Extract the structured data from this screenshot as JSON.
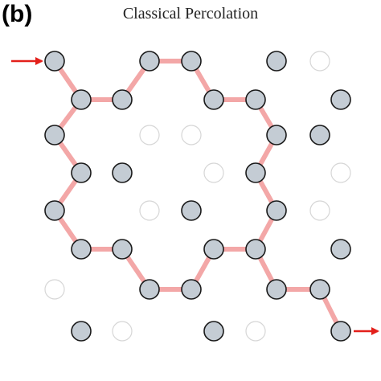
{
  "panel_label": "(b)",
  "title": "Classical Percolation",
  "colors": {
    "occupied_fill": "#c4ccd4",
    "occupied_stroke": "#1a1a1a",
    "empty_stroke": "#d6d6d6",
    "path": "#f3a7a7",
    "arrow": "#e3201b"
  },
  "sites": [
    {
      "id": "r0c1",
      "occupied": true
    },
    {
      "id": "r0c4",
      "occupied": true
    },
    {
      "id": "r0c5",
      "occupied": true
    },
    {
      "id": "r0c7",
      "occupied": true
    },
    {
      "id": "r0c8",
      "occupied": false
    },
    {
      "id": "r1c2",
      "occupied": true
    },
    {
      "id": "r1c3",
      "occupied": true
    },
    {
      "id": "r1c6",
      "occupied": true
    },
    {
      "id": "r1c7",
      "occupied": true
    },
    {
      "id": "r1c9",
      "occupied": true
    },
    {
      "id": "r2c1",
      "occupied": true
    },
    {
      "id": "r2c4",
      "occupied": false
    },
    {
      "id": "r2c5",
      "occupied": false
    },
    {
      "id": "r2c8",
      "occupied": true
    },
    {
      "id": "r2c9",
      "occupied": true
    },
    {
      "id": "r3c2",
      "occupied": true
    },
    {
      "id": "r3c3",
      "occupied": true
    },
    {
      "id": "r3c6",
      "occupied": false
    },
    {
      "id": "r3c7",
      "occupied": true
    },
    {
      "id": "r3c9",
      "occupied": false
    },
    {
      "id": "r4c1",
      "occupied": true
    },
    {
      "id": "r4c4",
      "occupied": false
    },
    {
      "id": "r4c5",
      "occupied": true
    },
    {
      "id": "r4c8",
      "occupied": true
    },
    {
      "id": "r4c9",
      "occupied": false
    },
    {
      "id": "r5c2",
      "occupied": true
    },
    {
      "id": "r5c3",
      "occupied": true
    },
    {
      "id": "r5c6",
      "occupied": true
    },
    {
      "id": "r5c7",
      "occupied": true
    },
    {
      "id": "r5c9",
      "occupied": true
    },
    {
      "id": "r6c1",
      "occupied": false
    },
    {
      "id": "r6c4",
      "occupied": true
    },
    {
      "id": "r6c5",
      "occupied": true
    },
    {
      "id": "r6c8",
      "occupied": true
    },
    {
      "id": "r6c9",
      "occupied": true
    },
    {
      "id": "r7c2",
      "occupied": true
    },
    {
      "id": "r7c3",
      "occupied": false
    },
    {
      "id": "r7c6",
      "occupied": true
    },
    {
      "id": "r7c7",
      "occupied": false
    },
    {
      "id": "r7c9",
      "occupied": true
    }
  ],
  "bonds": [
    [
      "r0c1",
      "r1c2"
    ],
    [
      "r1c2",
      "r1c3"
    ],
    [
      "r1c3",
      "r0c4"
    ],
    [
      "r0c4",
      "r0c5"
    ],
    [
      "r0c5",
      "r1c6"
    ],
    [
      "r1c6",
      "r1c7"
    ],
    [
      "r1c7",
      "r2c8"
    ],
    [
      "r2c8",
      "r3c7"
    ],
    [
      "r3c7",
      "r4c8"
    ],
    [
      "r4c8",
      "r5c7"
    ],
    [
      "r5c7",
      "r5c6"
    ],
    [
      "r5c6",
      "r6c5"
    ],
    [
      "r6c5",
      "r6c4"
    ],
    [
      "r6c4",
      "r5c3"
    ],
    [
      "r5c3",
      "r5c2"
    ],
    [
      "r5c2",
      "r4c1"
    ],
    [
      "r4c1",
      "r3c2"
    ],
    [
      "r3c2",
      "r2c1"
    ],
    [
      "r2c1",
      "r1c2"
    ],
    [
      "r5c7",
      "r6c8"
    ],
    [
      "r6c8",
      "r6c9"
    ],
    [
      "r6c9",
      "r7c9"
    ]
  ],
  "arrows": [
    {
      "name": "input-arrow",
      "at": "r0c1",
      "side": "in"
    },
    {
      "name": "output-arrow",
      "at": "r7c9",
      "side": "out"
    }
  ]
}
